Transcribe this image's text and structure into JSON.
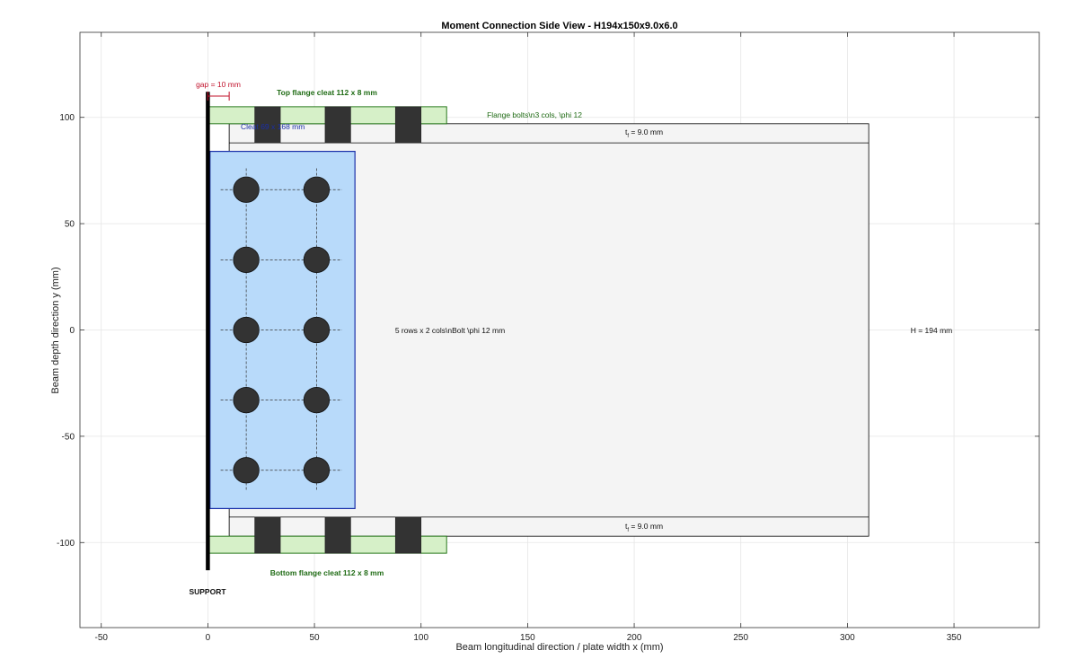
{
  "figure": {
    "title": "Moment Connection Side View - H194x150x9.0x6.0",
    "xlabel": "Beam longitudinal direction / plate width x (mm)",
    "ylabel": "Beam depth direction y (mm)",
    "xlim": [
      -60,
      390
    ],
    "ylim": [
      -140,
      140
    ],
    "xticks": [
      -50,
      0,
      50,
      100,
      150,
      200,
      250,
      300,
      350
    ],
    "yticks": [
      -100,
      -50,
      0,
      50,
      100
    ],
    "grid": true
  },
  "annotations": {
    "gap": "gap = 10 mm",
    "top_cleat": "Top flange cleat 112 x 8 mm",
    "bottom_cleat": "Bottom flange cleat 112 x 8 mm",
    "flange_bolts": "Flange bolts\\n3 cols, \\phi 12",
    "web_cleat": "Cleat 69 x 168 mm",
    "web_bolts": "5 rows x 2 cols\\nBolt \\phi 12 mm",
    "tf_top": "t",
    "tf_top_sub": "f",
    "tf_top_val": " = 9.0 mm",
    "tf_bottom": "t",
    "tf_bottom_sub": "f",
    "tf_bottom_val": " = 9.0 mm",
    "height": "H = 194 mm",
    "support": "SUPPORT"
  },
  "colors": {
    "support": "#000000",
    "beam_fill": "#f4f4f4",
    "beam_edge": "#000000",
    "flange_cleat_fill": "#d6f0c8",
    "flange_cleat_edge": "#2a7a1e",
    "web_cleat_fill": "#b8dafa",
    "web_cleat_edge": "#1a2fa8",
    "bolt": "#333333",
    "gap_dim": "#c0102a",
    "cleat_text": "#1f6b14",
    "web_text": "#1a2fa8",
    "grid": "#e6e6e6"
  },
  "geometry_mm": {
    "support_x": 0,
    "support_y": [
      -113,
      112
    ],
    "beam": {
      "x0": 10,
      "x1": 310,
      "y0": -97,
      "y1": 97,
      "tf": 9.0
    },
    "top_cleat": {
      "x0": 0,
      "x1": 112,
      "y0": 97,
      "y1": 105
    },
    "bottom_cleat": {
      "x0": 0,
      "x1": 112,
      "y0": -105,
      "y1": -97
    },
    "flange_bolt_x": [
      28,
      61,
      94
    ],
    "flange_bolt_width": 12,
    "top_flange_bolt_y": [
      88,
      105
    ],
    "bottom_flange_bolt_y": [
      -105,
      -88
    ],
    "web_cleat": {
      "x0": 1,
      "x1": 69,
      "y0": -84,
      "y1": 84
    },
    "web_bolt_x": [
      18,
      51
    ],
    "web_bolt_y": [
      66,
      33,
      0,
      -33,
      -66
    ],
    "web_bolt_d": 12,
    "gap_x": [
      0,
      10
    ],
    "gap_y": 110
  }
}
